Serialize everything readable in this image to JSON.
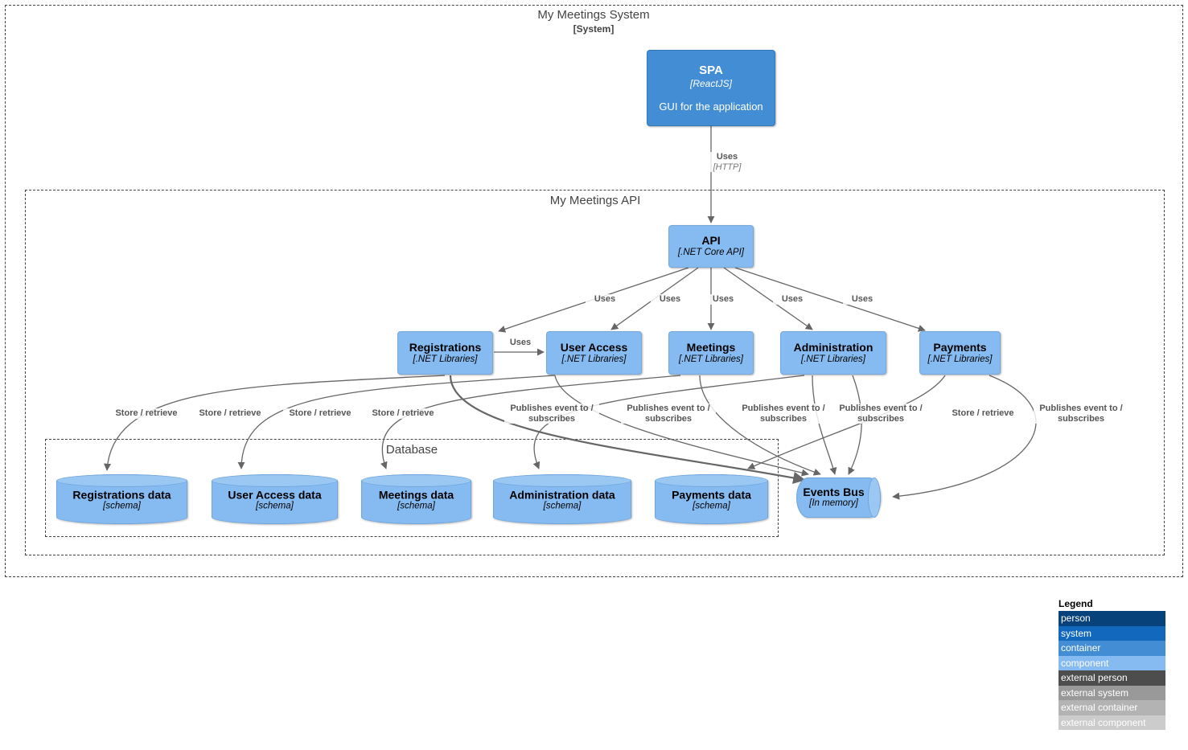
{
  "diagram": {
    "boundaries": [
      {
        "id": "system",
        "title": "My Meetings System",
        "subtitle": "[System]"
      },
      {
        "id": "api",
        "title": "My Meetings API",
        "subtitle": ""
      },
      {
        "id": "database",
        "title": "Database",
        "subtitle": ""
      }
    ],
    "nodes": [
      {
        "id": "spa",
        "kind": "container",
        "title": "SPA",
        "tech": "[ReactJS]",
        "desc": "GUI for the application"
      },
      {
        "id": "api",
        "kind": "component",
        "title": "API",
        "tech": "[.NET Core API]",
        "desc": ""
      },
      {
        "id": "registrations",
        "kind": "component",
        "title": "Registrations",
        "tech": "[.NET Libraries]",
        "desc": ""
      },
      {
        "id": "user-access",
        "kind": "component",
        "title": "User Access",
        "tech": "[.NET Libraries]",
        "desc": ""
      },
      {
        "id": "meetings",
        "kind": "component",
        "title": "Meetings",
        "tech": "[.NET Libraries]",
        "desc": ""
      },
      {
        "id": "administration",
        "kind": "component",
        "title": "Administration",
        "tech": "[.NET Libraries]",
        "desc": ""
      },
      {
        "id": "payments",
        "kind": "component",
        "title": "Payments",
        "tech": "[.NET Libraries]",
        "desc": ""
      }
    ],
    "datastores": [
      {
        "id": "registrations-data",
        "title": "Registrations data",
        "tech": "[schema]"
      },
      {
        "id": "user-access-data",
        "title": "User Access data",
        "tech": "[schema]"
      },
      {
        "id": "meetings-data",
        "title": "Meetings data",
        "tech": "[schema]"
      },
      {
        "id": "administration-data",
        "title": "Administration data",
        "tech": "[schema]"
      },
      {
        "id": "payments-data",
        "title": "Payments data",
        "tech": "[schema]"
      }
    ],
    "queues": [
      {
        "id": "events-bus",
        "title": "Events Bus",
        "tech": "[In memory]"
      }
    ],
    "edge_labels": [
      {
        "id": "spa-api",
        "text": "Uses",
        "tech": "[HTTP]"
      },
      {
        "id": "api-registrations",
        "text": "Uses",
        "tech": ""
      },
      {
        "id": "api-user-access",
        "text": "Uses",
        "tech": ""
      },
      {
        "id": "api-meetings",
        "text": "Uses",
        "tech": ""
      },
      {
        "id": "api-administration",
        "text": "Uses",
        "tech": ""
      },
      {
        "id": "api-payments",
        "text": "Uses",
        "tech": ""
      },
      {
        "id": "registrations-user-access",
        "text": "Uses",
        "tech": ""
      },
      {
        "id": "registrations-store",
        "text": "Store / retrieve",
        "tech": ""
      },
      {
        "id": "user-access-store",
        "text": "Store / retrieve",
        "tech": ""
      },
      {
        "id": "meetings-store",
        "text": "Store / retrieve",
        "tech": ""
      },
      {
        "id": "administration-store",
        "text": "Store / retrieve",
        "tech": ""
      },
      {
        "id": "payments-store",
        "text": "Store / retrieve",
        "tech": ""
      },
      {
        "id": "registrations-events",
        "text": "Publishes event to /\nsubscribes",
        "line1": "Publishes event to /",
        "line2": "subscribes"
      },
      {
        "id": "user-access-events",
        "text": "Publishes event to /\nsubscribes",
        "line1": "Publishes event to /",
        "line2": "subscribes"
      },
      {
        "id": "meetings-events",
        "text": "Publishes event to /\nsubscribes",
        "line1": "Publishes event to /",
        "line2": "subscribes"
      },
      {
        "id": "administration-events",
        "text": "Publishes event to /\nsubscribes",
        "line1": "Publishes event to /",
        "line2": "subscribes"
      },
      {
        "id": "payments-events",
        "text": "Publishes event to /\nsubscribes",
        "line1": "Publishes event to /",
        "line2": "subscribes"
      }
    ]
  },
  "legend": {
    "title": "Legend",
    "rows": [
      {
        "label": "person",
        "color": "#08427B"
      },
      {
        "label": "system",
        "color": "#1168BD"
      },
      {
        "label": "container",
        "color": "#438DD5"
      },
      {
        "label": "component",
        "color": "#85BBF0"
      },
      {
        "label": "external person",
        "color": "#4D4D4D"
      },
      {
        "label": "external system",
        "color": "#999999"
      },
      {
        "label": "external container",
        "color": "#B3B3B3"
      },
      {
        "label": "external component",
        "color": "#CCCCCC"
      }
    ]
  },
  "colors": {
    "container": "#438DD5",
    "component": "#85BBF0",
    "boundary_line": "#444444",
    "edge_line": "#666666",
    "label_text": "#555555",
    "background": "#ffffff"
  }
}
